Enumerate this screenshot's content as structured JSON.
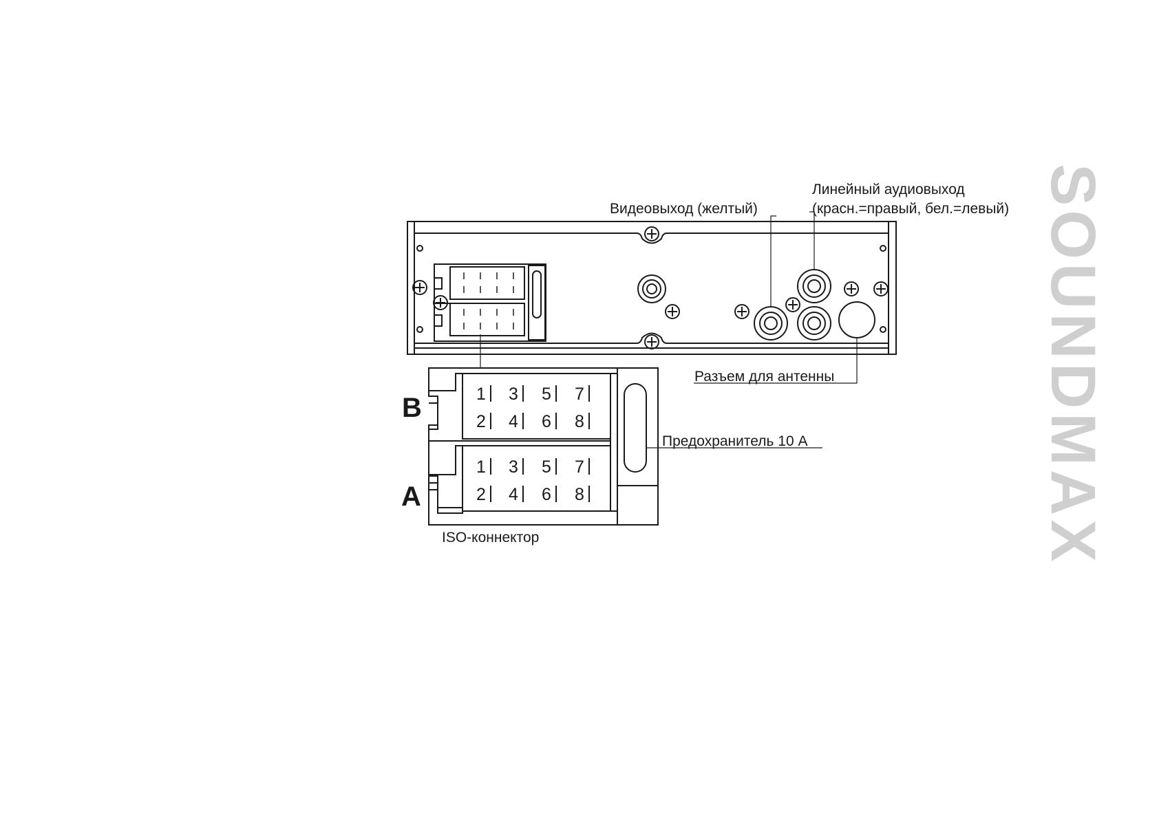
{
  "labels": {
    "line_out_line1": "Линейный аудиовыход",
    "line_out_line2": "(красн.=правый, бел.=левый)",
    "video_out": "Видеовыход (желтый)",
    "antenna": "Разъем для антенны",
    "fuse": "Предохранитель 10 А",
    "iso": "ISO-коннектор"
  },
  "connectors": {
    "b_letter": "B",
    "a_letter": "A",
    "b_pins": [
      "1",
      "3",
      "5",
      "7",
      "2",
      "4",
      "6",
      "8"
    ],
    "a_pins": [
      "1",
      "3",
      "5",
      "7",
      "2",
      "4",
      "6",
      "8"
    ]
  },
  "brand": "SOUNDMAX"
}
